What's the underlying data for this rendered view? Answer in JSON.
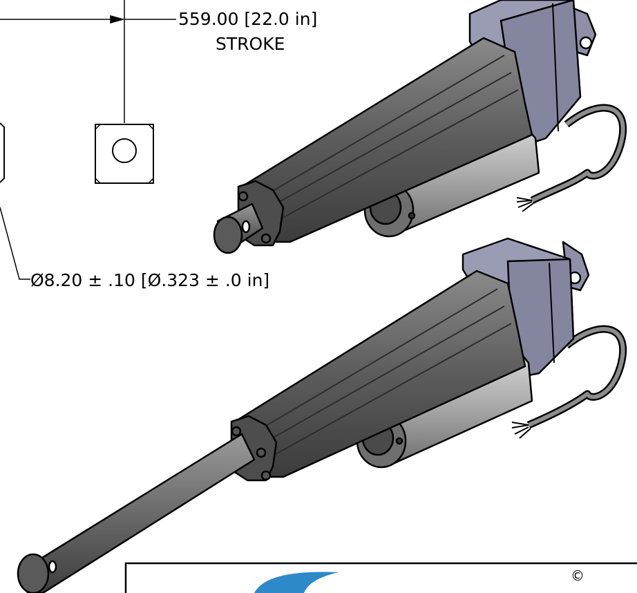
{
  "drawing": {
    "stroke_dimension": "559.00 [22.0 in]",
    "stroke_label": "STROKE",
    "hole_dimension": "Ø8.20 ± .10 [Ø.323 ± .0 in]",
    "copyright_symbol": "©"
  },
  "colors": {
    "line": "#000000",
    "actuator_body": "#5a5a5a",
    "actuator_body_light": "#7d7d7d",
    "gearbox": "#9a9cb4",
    "gearbox_dark": "#7e8098",
    "motor": "#b8b8b8",
    "logo_blue": "#2e89c9"
  },
  "icons": {
    "copyright": "copyright-icon",
    "logo": "company-logo-icon"
  }
}
